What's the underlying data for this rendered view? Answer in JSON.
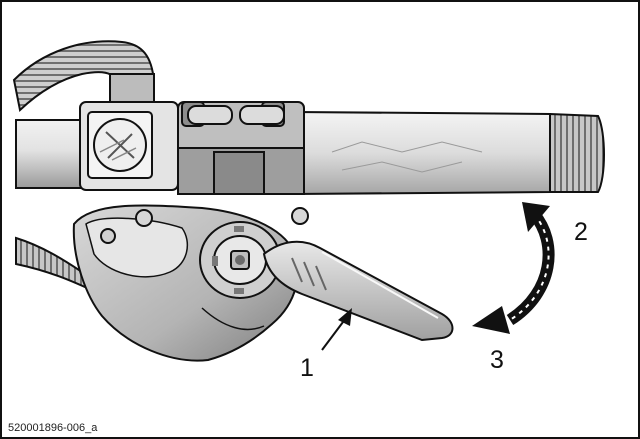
{
  "figure": {
    "callouts": {
      "one": "1",
      "two": "2",
      "three": "3"
    },
    "figure_id": "520001896-006_a"
  },
  "colors": {
    "outline": "#111111",
    "metal_light": "#e6e6e6",
    "metal_mid": "#bdbdbd",
    "metal_dark": "#5a5a5a",
    "background": "#ffffff"
  },
  "icons": {
    "lever_arrow": "arrow-pointer-icon",
    "rotation": "curved-double-arrow-icon"
  }
}
